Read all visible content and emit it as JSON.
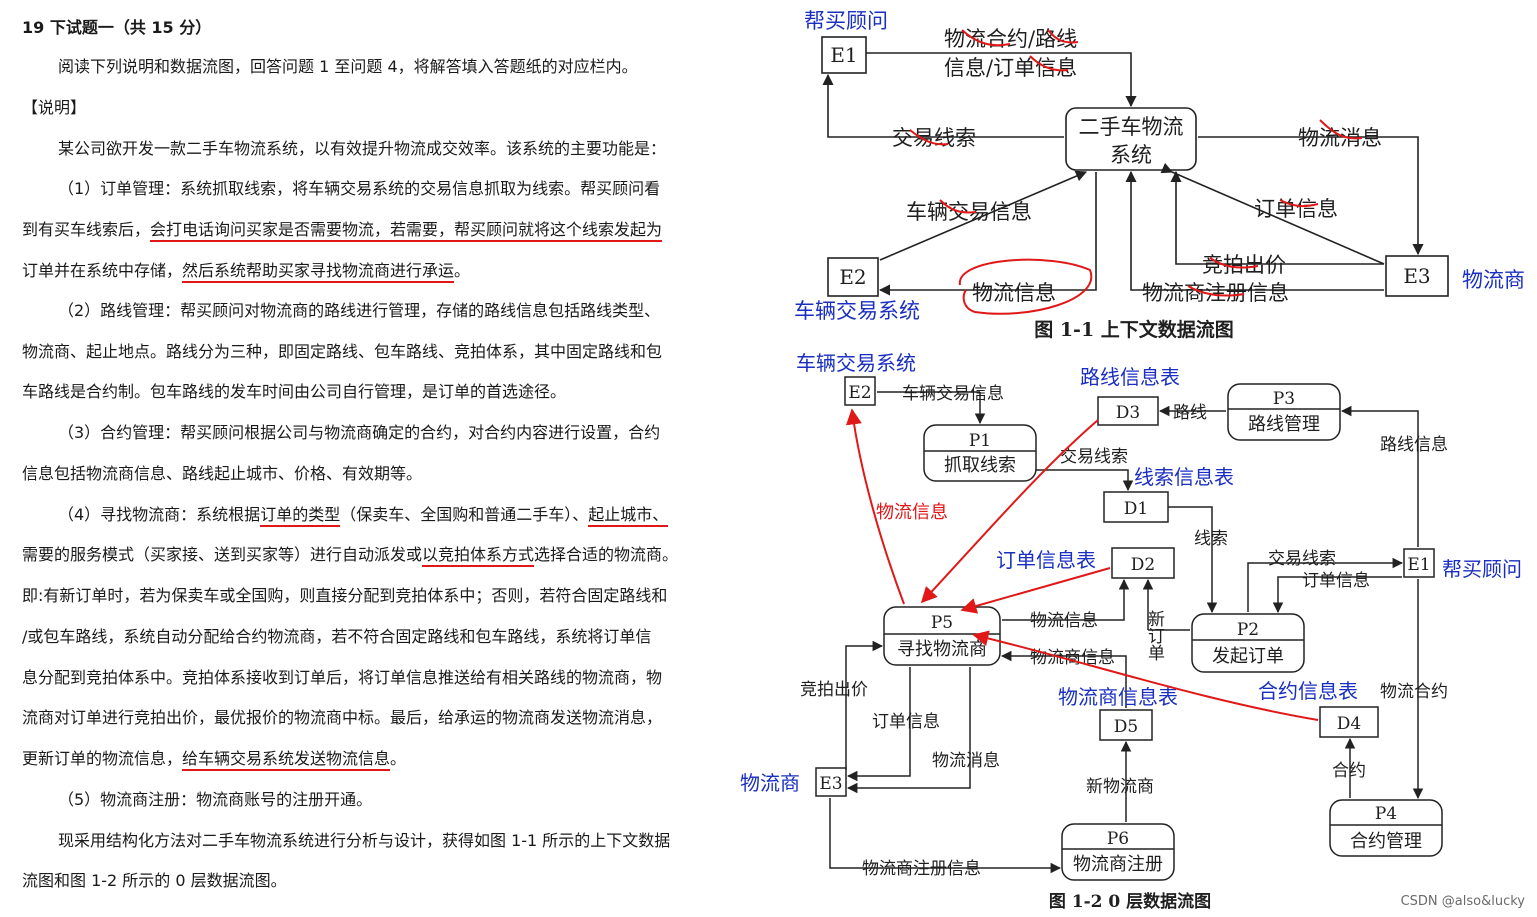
{
  "left": {
    "title": "19 下试题一（共 15 分）",
    "intro": "阅读下列说明和数据流图，回答问题 1 至问题 4，将解答填入答题纸的对应栏内。",
    "heading": "【说明】",
    "p0": "某公司欲开发一款二手车物流系统，以有效提升物流成交效率。该系统的主要功能是：",
    "s1_a": "（1）订单管理：系统抓取线索，将车辆交易系统的交易信息抓取为线索。帮买顾问看",
    "s1_b1": "到有买车线索后，",
    "s1_b2": "会打电话询问买家是否需要",
    "s1_b3": "物流，若需要，帮买顾问就将这个线索发起为",
    "s1_c1": "订单并在系统中存储，",
    "s1_c2": "然后系统帮助买家寻找物流商进行承运",
    "s1_c3": "。",
    "s2_a": "（2）路线管理：帮买顾问对物流商的路线进行管理，存储的路线信息包括路线类型、",
    "s2_b": "物流商、起止地点。路线分为三种，即固定路线、包车路线、竞拍体系，其中固定路线和包",
    "s2_c": "车路线是合约制。包车路线的发车时间由公司自行管理，是订单的首选途径。",
    "s3_a": "（3）合约管理：帮买顾问根据公司与物流商确定的合约，对合约内容进行设置，合约",
    "s3_b": "信息包括物流商信息、路线起止城市、价格、有效期等。",
    "s4_a1": "（4）寻找物流商：系统根据",
    "s4_a2": "订单的类型",
    "s4_a3": "（保卖车、全国购和普通二手车）、",
    "s4_a4": "起止城市、",
    "s4_b1": "需要的服务模式（买家接、送到买家等）进行自动派发或",
    "s4_b2": "以竞拍体系方式",
    "s4_b3": "选择合适的物流商。",
    "s4_c": "即:有新订单时，若为保卖车或全国购，则直接分配到竞拍体系中；否则，若符合固定路线和",
    "s4_d": "/或包车路线，系统自动分配给合约物流商，若不符合固定路线和包车路线，系统将订单信",
    "s4_e": "息分配到竞拍体系中。竞拍体系接收到订单后，将订单信息推送给有相关路线的物流商，物",
    "s4_f": "流商对订单进行竞拍出价，最优报价的物流商中标。最后，给承运的物流商发送物流消息，",
    "s4_g1": "更新订单的物流信息，",
    "s4_g2": "给车辆交易系统发送物流信息",
    "s4_g3": "。",
    "s5": "（5）物流商注册：物流商账号的注册开通。",
    "p_end_a": "现采用结构化方法对二手车物流系统进行分析与设计，获得如图 1-1 所示的上下文数据",
    "p_end_b": "流图和图 1-2 所示的 0 层数据流图。"
  },
  "fig1": {
    "caption": "图 1-1  上下文数据流图",
    "e1": "E1",
    "e2": "E2",
    "e3": "E3",
    "system_l1": "二手车物流",
    "system_l2": "系统",
    "flow_contract_l1": "物流合约/路线",
    "flow_contract_l2": "信息/订单信息",
    "flow_lead": "交易线索",
    "flow_msg": "物流消息",
    "flow_vehicle": "车辆交易信息",
    "flow_order": "订单信息",
    "flow_bid": "竞拍出价",
    "flow_reg": "物流商注册信息",
    "flow_info": "物流信息",
    "ann_e1": "帮买顾问",
    "ann_e2": "车辆交易系统",
    "ann_e3": "物流商"
  },
  "fig2": {
    "caption": "图 1-2   0 层数据流图",
    "e2": "E2",
    "e1": "E1",
    "e3": "E3",
    "d1": "D1",
    "d2": "D2",
    "d3": "D3",
    "d4": "D4",
    "d5": "D5",
    "p1_id": "P1",
    "p1_name": "抓取线索",
    "p2_id": "P2",
    "p2_name": "发起订单",
    "p3_id": "P3",
    "p3_name": "路线管理",
    "p4_id": "P4",
    "p4_name": "合约管理",
    "p5_id": "P5",
    "p5_name": "寻找物流商",
    "p6_id": "P6",
    "p6_name": "物流商注册",
    "f_vehicle": "车辆交易信息",
    "f_route": "路线",
    "f_route_info": "路线信息",
    "f_lead": "交易线索",
    "f_xiansuo": "线索",
    "f_lead2": "交易线索",
    "f_order2": "订单信息",
    "f_wlinfo": "物流信息",
    "f_new_order": "新订单",
    "f_vendor_info": "物流商信息",
    "f_bid": "竞拍出价",
    "f_order": "订单信息",
    "f_msg": "物流消息",
    "f_new_vendor": "新物流商",
    "f_contract": "物流合约",
    "f_heyue": "合约",
    "f_reg": "物流商注册信息",
    "ann_e2": "车辆交易系统",
    "ann_d3": "路线信息表",
    "ann_d1": "线索信息表",
    "ann_d2": "订单信息表",
    "ann_e1": "帮买顾问",
    "ann_d5": "物流商信息表",
    "ann_d4": "合约信息表",
    "ann_e3": "物流商",
    "red_label": "物流信息"
  },
  "watermark": "CSDN @also&lucky"
}
